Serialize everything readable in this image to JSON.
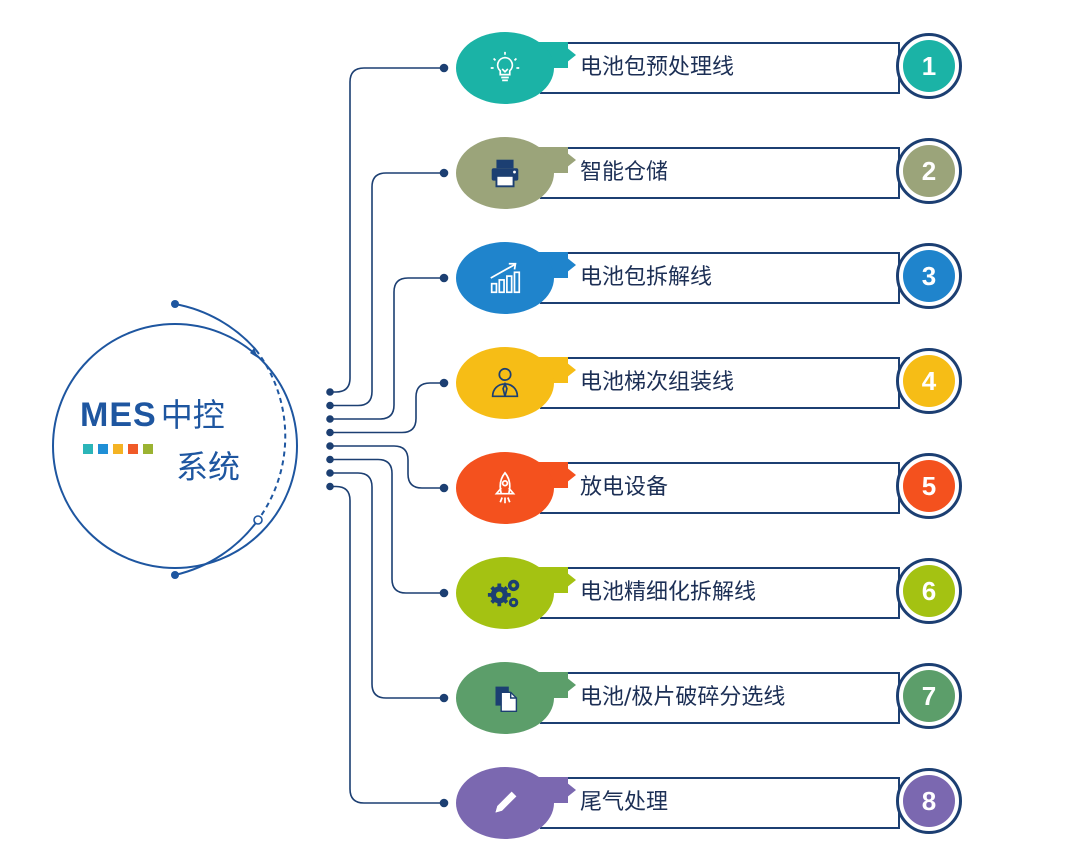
{
  "hub": {
    "mes": "MES",
    "line1": "中控",
    "line2": "系统",
    "squares": [
      "#2bb5b8",
      "#1f8fd6",
      "#f4b324",
      "#f05a28",
      "#9bb332"
    ],
    "accent": "#1e56a0"
  },
  "items": [
    {
      "label": "电池包预处理线",
      "number": "1",
      "color": "#1bb3a6",
      "icon": "lightbulb-icon"
    },
    {
      "label": "智能仓储",
      "number": "2",
      "color": "#9ba47a",
      "icon": "printer-icon"
    },
    {
      "label": "电池包拆解线",
      "number": "3",
      "color": "#1f84cc",
      "icon": "growth-chart-icon"
    },
    {
      "label": "电池梯次组装线",
      "number": "4",
      "color": "#f6bd16",
      "icon": "person-icon"
    },
    {
      "label": "放电设备",
      "number": "5",
      "color": "#f4511e",
      "icon": "rocket-icon"
    },
    {
      "label": "电池精细化拆解线",
      "number": "6",
      "color": "#a4c212",
      "icon": "gears-icon"
    },
    {
      "label": "电池/极片破碎分选线",
      "number": "7",
      "color": "#5c9e6a",
      "icon": "documents-icon"
    },
    {
      "label": "尾气处理",
      "number": "8",
      "color": "#7b68b0",
      "icon": "pencil-icon"
    }
  ]
}
